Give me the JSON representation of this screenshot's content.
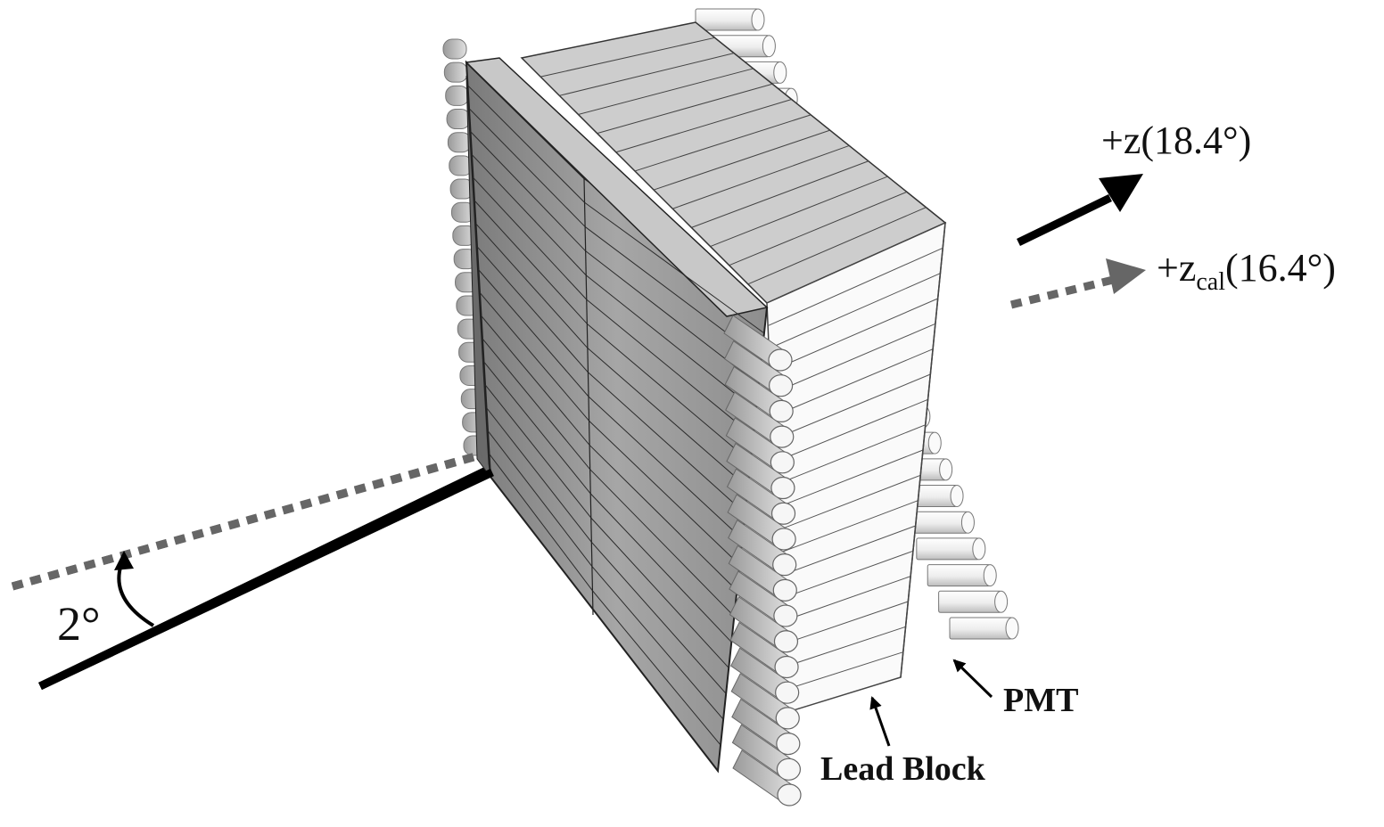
{
  "labels": {
    "angle": "2°",
    "z_axis": "+z(18.4°)",
    "zcal_prefix": "+z",
    "zcal_sub": "cal",
    "zcal_suffix": "(16.4°)",
    "lead_block": "Lead Block",
    "pmt": "PMT"
  },
  "detector": {
    "rows_per_column": 18,
    "columns": 2,
    "pmt_rows": 18
  },
  "colors": {
    "front_face": "#8c8c8c",
    "top_face": "#cfcfcf",
    "side_face": "#ffffff",
    "pmt": "#f2f2f2",
    "beam_solid": "#000000",
    "beam_dashed": "#666666"
  }
}
